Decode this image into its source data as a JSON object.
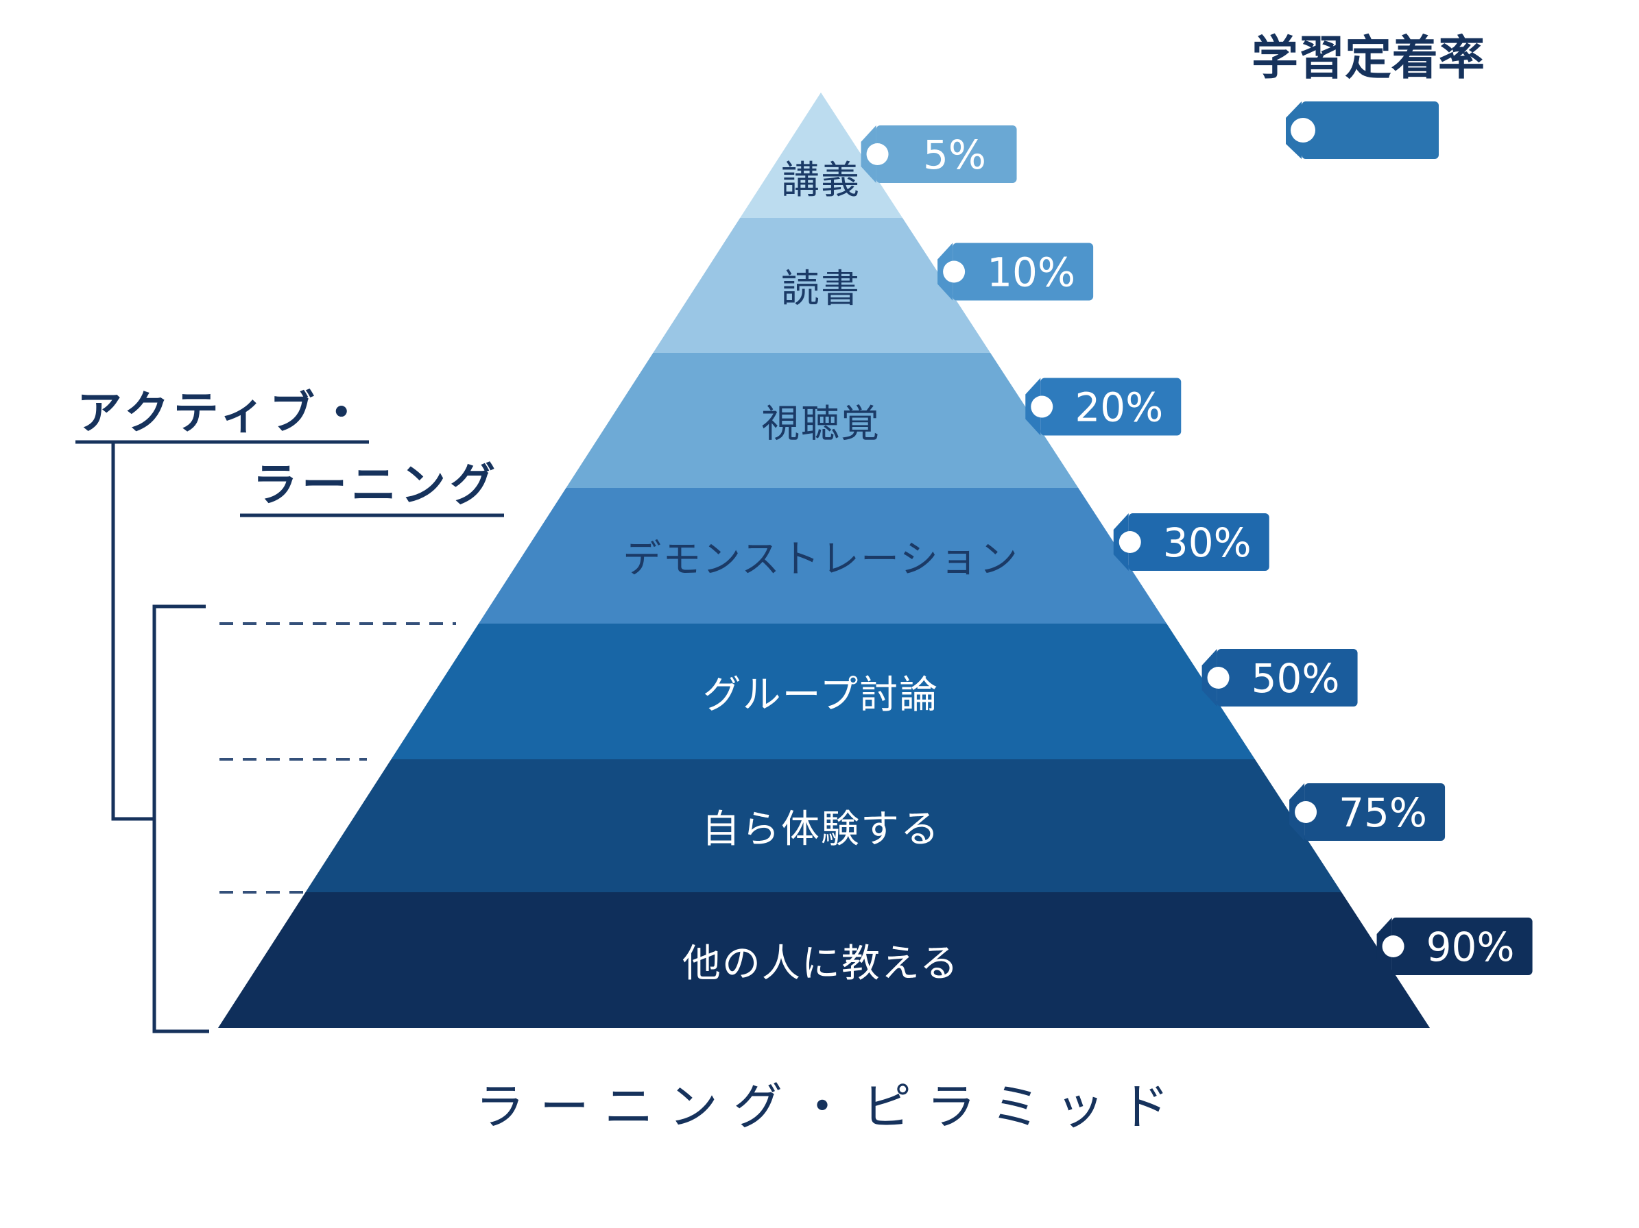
{
  "header": {
    "title": "学習定着率"
  },
  "bracket": {
    "line1": "アクティブ・",
    "line2": "ラーニング"
  },
  "footer": {
    "title": "ラーニング・ピラミッド"
  },
  "levels": [
    {
      "label": "講義",
      "rate": "5%",
      "fill": "#bcdcef",
      "tag": "#6aa8d4",
      "text": "#1b3a66"
    },
    {
      "label": "読書",
      "rate": "10%",
      "fill": "#9ac6e5",
      "tag": "#4e95cc",
      "text": "#1b3a66"
    },
    {
      "label": "視聴覚",
      "rate": "20%",
      "fill": "#6eaad6",
      "tag": "#2e7bbd",
      "text": "#1b3a66"
    },
    {
      "label": "デモンストレーション",
      "rate": "30%",
      "fill": "#4287c4",
      "tag": "#1f69ad",
      "text": "#1b3a66"
    },
    {
      "label": "グループ討論",
      "rate": "50%",
      "fill": "#1866a6",
      "tag": "#1a5c9c",
      "text": "#ffffff"
    },
    {
      "label": "自ら体験する",
      "rate": "75%",
      "fill": "#134b81",
      "tag": "#17508a",
      "text": "#ffffff"
    },
    {
      "label": "他の人に教える",
      "rate": "90%",
      "fill": "#0f2f5b",
      "tag": "#0f2f5b",
      "text": "#ffffff"
    }
  ],
  "legend_tag": {
    "fill": "#2a74b0"
  },
  "colors": {
    "ink": "#16325c",
    "dash": "#34507a"
  }
}
